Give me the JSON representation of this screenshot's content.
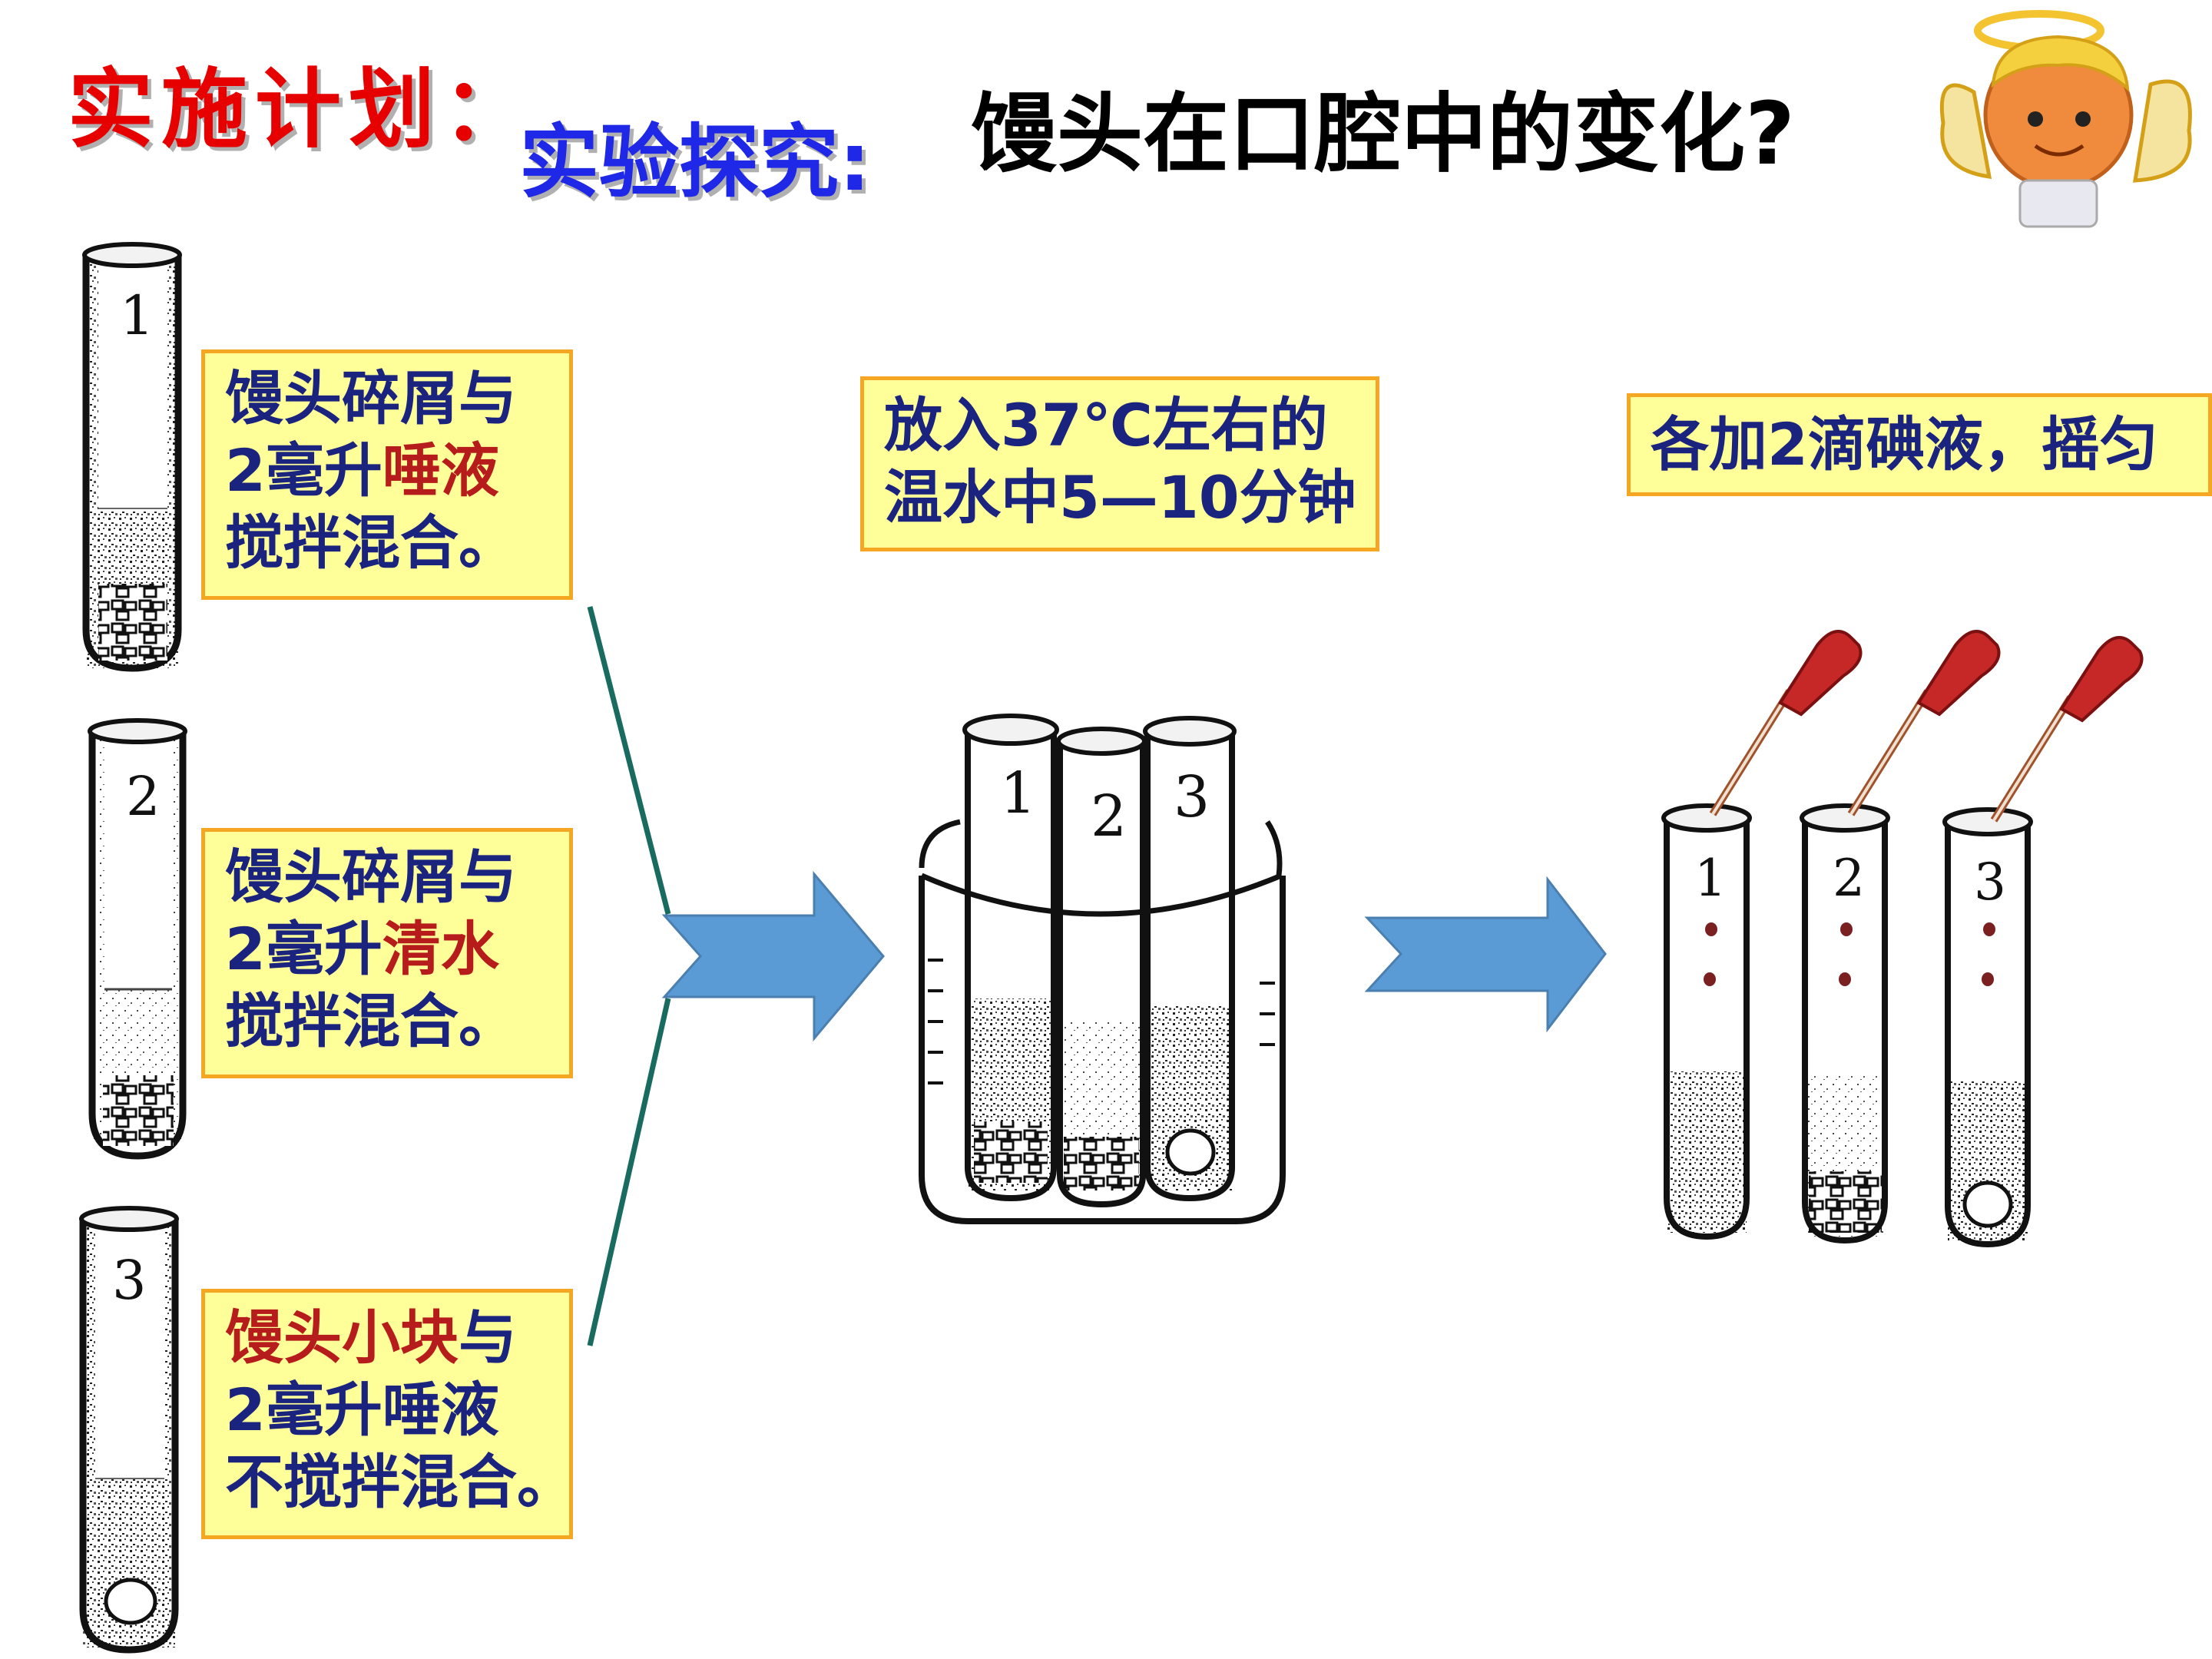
{
  "header": {
    "plan_label": "实施计划：",
    "explore_label": "实验探究:",
    "question": "馒头在口腔中的变化?"
  },
  "tubes_left": [
    {
      "number": "1"
    },
    {
      "number": "2"
    },
    {
      "number": "3"
    }
  ],
  "notes_left": [
    {
      "l1": "馒头碎屑与",
      "l2_a": "2毫升",
      "l2_b": "唾液",
      "l3": "搅拌混合。"
    },
    {
      "l1": "馒头碎屑与",
      "l2_a": "2毫升",
      "l2_b": "清水",
      "l3": "搅拌混合。"
    },
    {
      "l1_a": "馒头小块",
      "l1_b": "与",
      "l2": "2毫升唾液",
      "l3": "不搅拌混合。"
    }
  ],
  "note_water": {
    "l1": "放入37℃左右的",
    "l2": "温水中5—10分钟"
  },
  "note_iodine": {
    "l1": "各加2滴碘液，摇匀"
  },
  "beaker_tubes": [
    "1",
    "2",
    "3"
  ],
  "right_tubes": [
    "1",
    "2",
    "3"
  ],
  "colors": {
    "note_bg": "#ffff99",
    "note_border": "#f5a623",
    "arrow": "#5b9bd5",
    "connector": "#1a6b5f",
    "plan_title": "#e60000",
    "explore_title": "#1e28e6"
  }
}
